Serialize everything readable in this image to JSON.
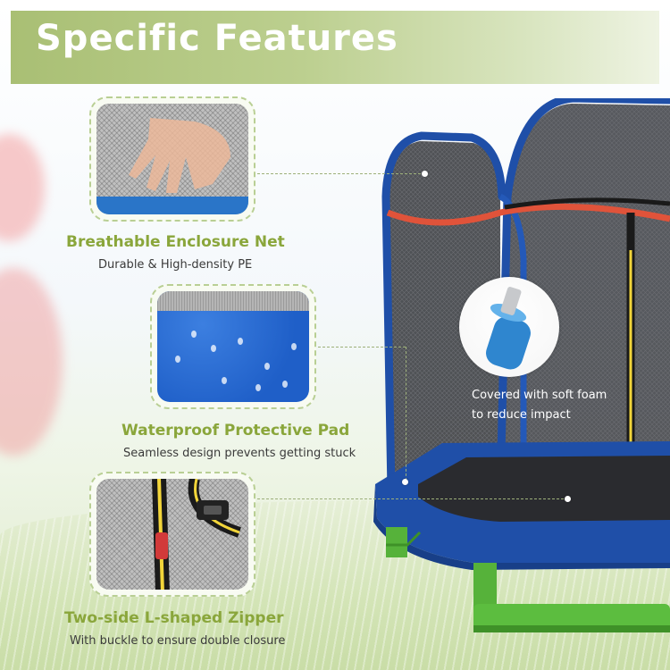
{
  "header": {
    "title": "Specific Features"
  },
  "features": [
    {
      "title": "Breathable Enclosure Net",
      "desc": "Durable & High-density PE"
    },
    {
      "title": "Waterproof Protective Pad",
      "desc": "Seamless design prevents getting stuck"
    },
    {
      "title": "Two-side L-shaped Zipper",
      "desc": "With buckle to ensure double closure"
    }
  ],
  "callout": {
    "line1": "Covered with soft foam",
    "line2": "to reduce impact"
  },
  "colors": {
    "header": "#a9bf74",
    "feature_title": "#8aa63b",
    "frame": "#1f4fa8",
    "base": "#56b23a",
    "strap": "#e0533a",
    "zipper": "#f2d53a"
  }
}
